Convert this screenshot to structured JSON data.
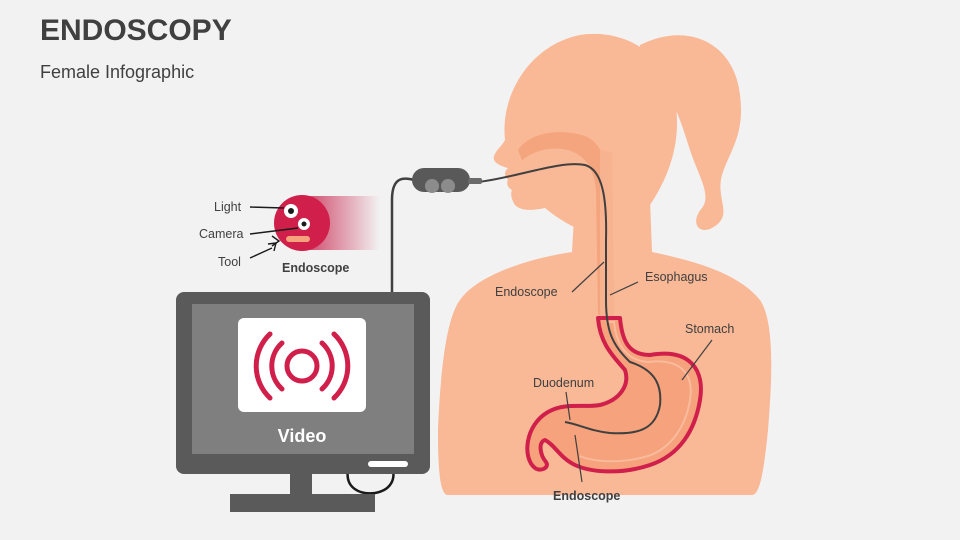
{
  "slide": {
    "title": "ENDOSCOPY",
    "subtitle": "Female Infographic"
  },
  "tip_callout": {
    "light_label": "Light",
    "camera_label": "Camera",
    "tool_label": "Tool",
    "caption": "Endoscope"
  },
  "monitor": {
    "screen_label": "Video",
    "icon": "video-broadcast-icon"
  },
  "anatomy_labels": {
    "endoscope": "Endoscope",
    "esophagus": "Esophagus",
    "stomach": "Stomach",
    "duodenum": "Duodenum",
    "endoscope_bottom": "Endoscope"
  },
  "colors": {
    "background": "#f2f2f2",
    "skin": "#f9b896",
    "skin_dark": "#f4a57d",
    "organ_outline": "#cf1f4a",
    "organ_fill": "#f6a27c",
    "monitor_body": "#5a5a5a",
    "monitor_screen": "#7f7f7f",
    "cable": "#404040",
    "text": "#404040"
  }
}
